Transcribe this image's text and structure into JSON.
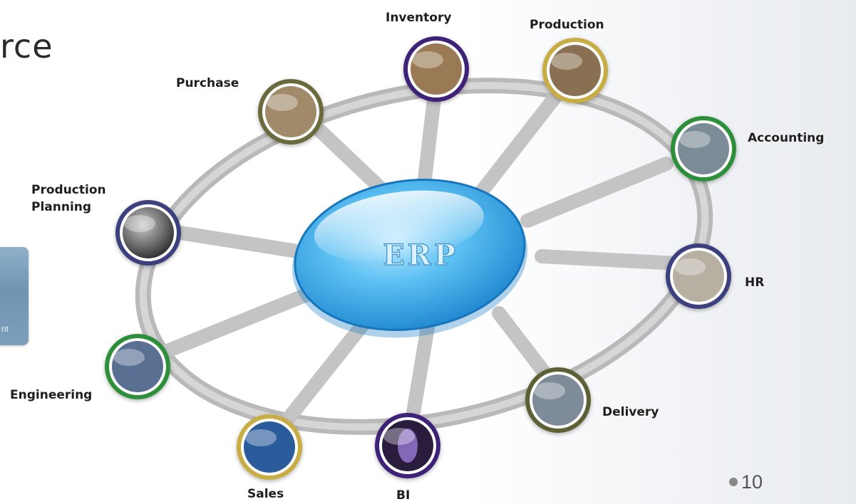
{
  "slide": {
    "title_fragment": "rce",
    "side_card_text": "nt",
    "page_number": "10"
  },
  "center": {
    "label": "ERP"
  },
  "modules": [
    {
      "id": "inventory",
      "label": "Inventory",
      "ring_color": "#5b3a9e"
    },
    {
      "id": "production",
      "label": "Production",
      "ring_color": "#d8c05a"
    },
    {
      "id": "purchase",
      "label": "Purchase",
      "ring_color": "#7a7a4a"
    },
    {
      "id": "accounting",
      "label": "Accounting",
      "ring_color": "#3fa04a"
    },
    {
      "id": "production-planning",
      "label_lines": [
        "Production",
        "Planning"
      ],
      "ring_color": "#4a4f8e"
    },
    {
      "id": "hr",
      "label": "HR",
      "ring_color": "#4a4f8e"
    },
    {
      "id": "engineering",
      "label": "Engineering",
      "ring_color": "#3fa04a"
    },
    {
      "id": "delivery",
      "label": "Delivery",
      "ring_color": "#6f7040"
    },
    {
      "id": "sales",
      "label": "Sales",
      "ring_color": "#d8c05a"
    },
    {
      "id": "bi",
      "label": "BI",
      "ring_color": "#5b3a9e"
    }
  ]
}
